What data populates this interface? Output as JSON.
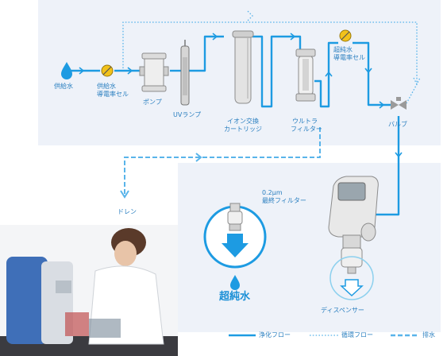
{
  "labels": {
    "feed_water": "供給水",
    "feed_cell_1": "供給水",
    "feed_cell_2": "導電率セル",
    "pump": "ポンプ",
    "uv_lamp": "UVランプ",
    "ion_1": "イオン交換",
    "ion_2": "カートリッジ",
    "uf_1": "ウルトラ",
    "uf_2": "フィルター",
    "ultra_cell_1": "超純水",
    "ultra_cell_2": "導電率セル",
    "valve": "バルブ",
    "drain": "ドレン",
    "final_filter_1": "0.2μm",
    "final_filter_2": "最終フィルター",
    "ultrapure": "超純水",
    "dispenser": "ディスペンサー"
  },
  "legend": {
    "purify": "浄化フロー",
    "circulate": "循環フロー",
    "drain": "排水"
  },
  "colors": {
    "flow": "#1d9be2",
    "panel": "#eef2f9",
    "text": "#2a7fc0"
  }
}
